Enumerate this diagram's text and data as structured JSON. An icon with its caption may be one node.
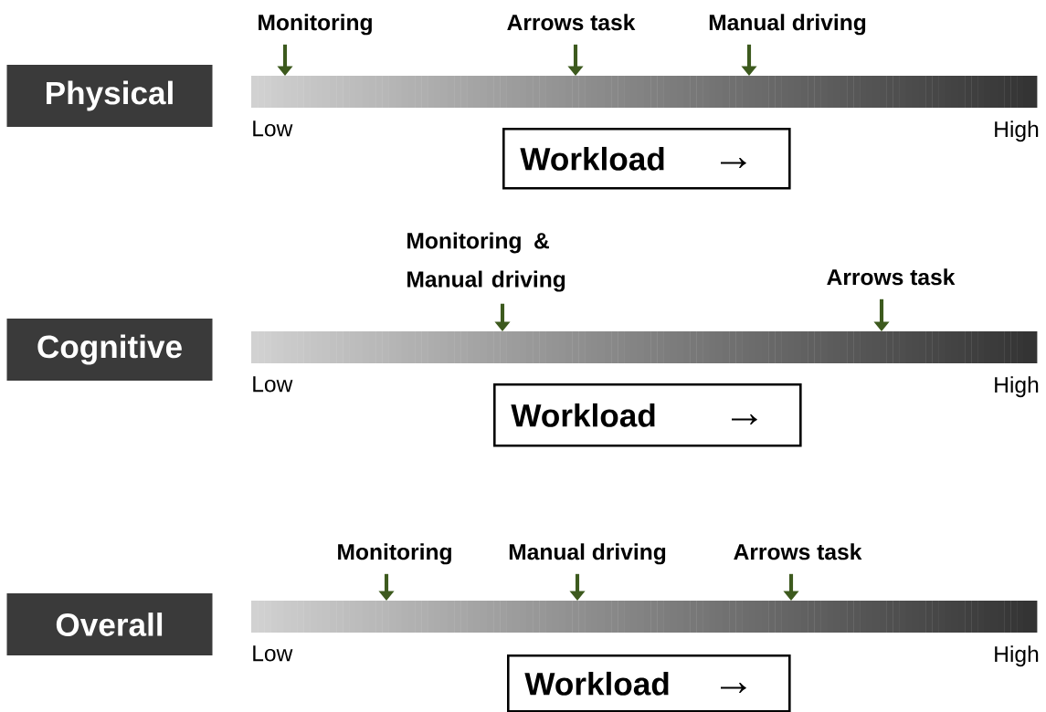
{
  "diagram": {
    "nodes": [
      {
        "text": [
          "Physical"
        ]
      },
      {
        "text": [
          "Monitoring"
        ]
      },
      {
        "text": [
          "Arrows task"
        ]
      },
      {
        "text": [
          "Manual driving"
        ]
      },
      {
        "text": [],
        "shape": "bar"
      },
      {
        "text": [
          "Workload",
          "→"
        ]
      },
      {
        "text": [
          "Cognitive"
        ]
      },
      {
        "text": [
          "Monitoring & Manual driving"
        ]
      },
      {
        "text": [
          "Arrows task"
        ]
      },
      {
        "text": [],
        "shape": "bar"
      },
      {
        "text": [
          "Workload",
          "→"
        ]
      },
      {
        "text": [
          "Overall"
        ]
      },
      {
        "text": [
          "Monitoring"
        ]
      },
      {
        "text": [
          "Manual driving"
        ]
      },
      {
        "text": [
          "Arrows task"
        ]
      },
      {
        "text": [],
        "shape": "bar"
      },
      {
        "text": [
          "Workload",
          "→"
        ]
      }
    ],
    "edges": [
      {
        "from": 1,
        "to": 4,
        "arrow": "to"
      },
      {
        "from": 2,
        "to": 4,
        "arrow": "to"
      },
      {
        "from": 3,
        "to": 4,
        "arrow": "to"
      },
      {
        "from": 7,
        "to": 9,
        "arrow": "to"
      },
      {
        "from": 8,
        "to": 9,
        "arrow": "to"
      },
      {
        "from": 12,
        "to": 15,
        "arrow": "to"
      },
      {
        "from": 13,
        "to": 15,
        "arrow": "to"
      },
      {
        "from": 14,
        "to": 15,
        "arrow": "to"
      }
    ],
    "labels": [
      "Low",
      "High",
      "Low",
      "High",
      "Low",
      "High"
    ]
  }
}
